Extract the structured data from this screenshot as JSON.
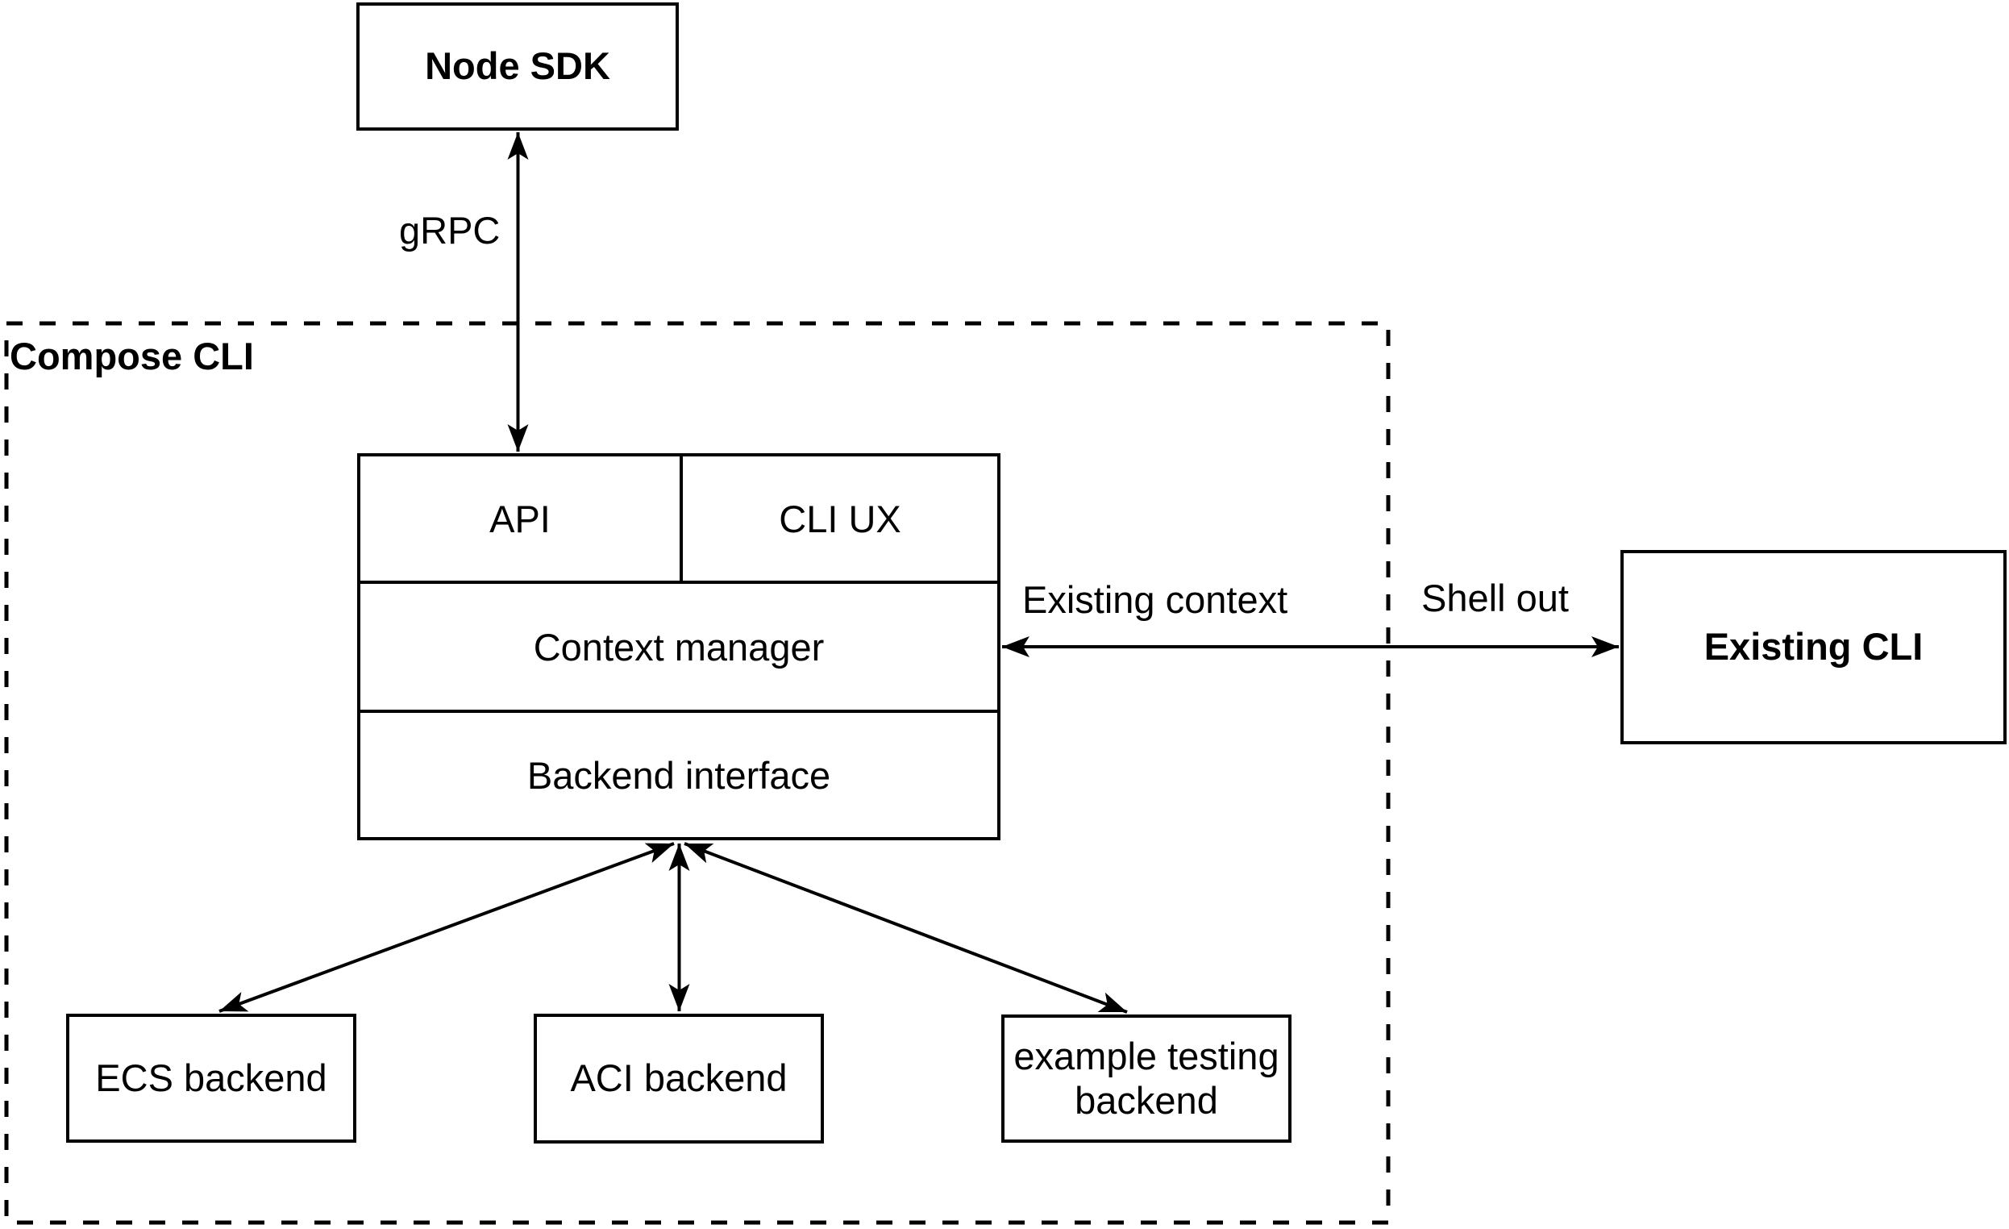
{
  "nodes": {
    "node_sdk": {
      "label": "Node SDK"
    },
    "compose_cli_container": {
      "label": "Compose CLI"
    },
    "api": {
      "label": "API"
    },
    "cli_ux": {
      "label": "CLI UX"
    },
    "context_manager": {
      "label": "Context manager"
    },
    "backend_interface": {
      "label": "Backend interface"
    },
    "ecs_backend": {
      "label": "ECS backend"
    },
    "aci_backend": {
      "label": "ACI backend"
    },
    "example_testing_backend": {
      "label": "example testing backend"
    },
    "existing_cli": {
      "label": "Existing CLI"
    }
  },
  "edge_labels": {
    "grpc": "gRPC",
    "existing_context": "Existing context",
    "shell_out": "Shell out"
  },
  "connections": [
    {
      "from": "Node SDK",
      "to": "API",
      "label": "gRPC",
      "direction": "bidirectional"
    },
    {
      "from": "Context manager",
      "to": "Existing CLI",
      "label": "Existing context / Shell out",
      "direction": "bidirectional"
    },
    {
      "from": "Backend interface",
      "to": "ECS backend",
      "direction": "bidirectional"
    },
    {
      "from": "Backend interface",
      "to": "ACI backend",
      "direction": "bidirectional"
    },
    {
      "from": "Backend interface",
      "to": "example testing backend",
      "direction": "bidirectional"
    }
  ],
  "colors": {
    "line": "#000000",
    "text": "#000000",
    "background": "#ffffff"
  }
}
